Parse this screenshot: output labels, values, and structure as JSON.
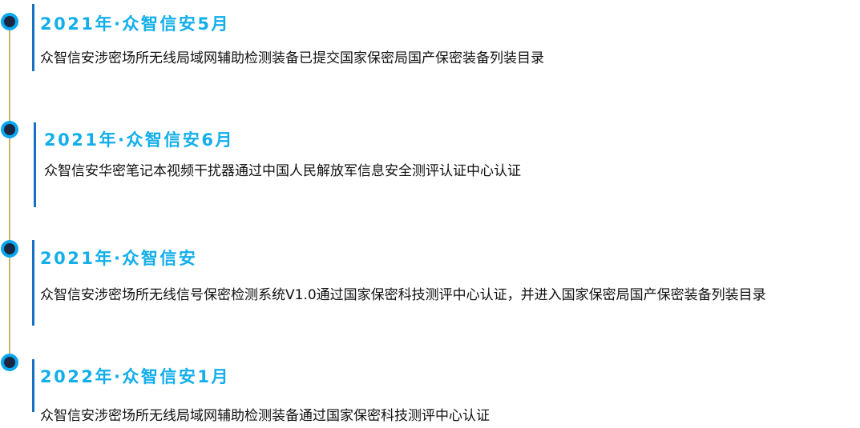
{
  "colors": {
    "title": "#12aeeb",
    "bar": "#1570c6",
    "dot_outer": "#0aa6ee",
    "dot_inner": "#1b2740",
    "timeline_line": "#c9b772",
    "text": "#111111"
  },
  "timeline": [
    {
      "title": "2021年·众智信安5月",
      "desc": "众智信安涉密场所无线局域网辅助检测装备已提交国家保密局国产保密装备列装目录"
    },
    {
      "title": "2021年·众智信安6月",
      "desc": "众智信安华密笔记本视频干扰器通过中国人民解放军信息安全测评认证中心认证"
    },
    {
      "title": "2021年·众智信安",
      "desc": "众智信安涉密场所无线信号保密检测系统V1.0通过国家保密科技测评中心认证，并进入国家保密局国产保密装备列装目录"
    },
    {
      "title": "2022年·众智信安1月",
      "desc": "众智信安涉密场所无线局域网辅助检测装备通过国家保密科技测评中心认证"
    }
  ]
}
